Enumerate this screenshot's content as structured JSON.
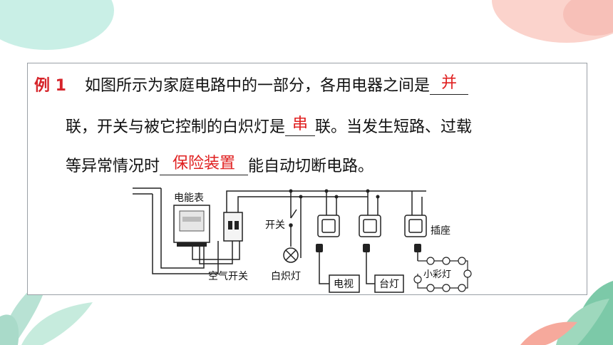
{
  "example": {
    "label": "例 1",
    "line1_text": "如图所示为家庭电路中的一部分，各用电器之间是",
    "answer1": "并",
    "line2_start": "联，开关与被它控制的白炽灯是",
    "answer2": "串",
    "line2_end": "联。当发生短路、过载",
    "line3_start": "等异常情况时",
    "answer3": "保险装置",
    "line3_end": "能自动切断电路。"
  },
  "figure": {
    "meter_label": "电能表",
    "switch_label": "开关",
    "socket_label": "插座",
    "air_switch_label": "空气开关",
    "lamp_label": "白炽灯",
    "tv_label": "电视",
    "desk_lamp_label": "台灯",
    "small_lights_label": "小彩灯"
  },
  "colors": {
    "answer": "#e02020",
    "label": "#d6242a",
    "card_border": "#9aa0a6"
  }
}
